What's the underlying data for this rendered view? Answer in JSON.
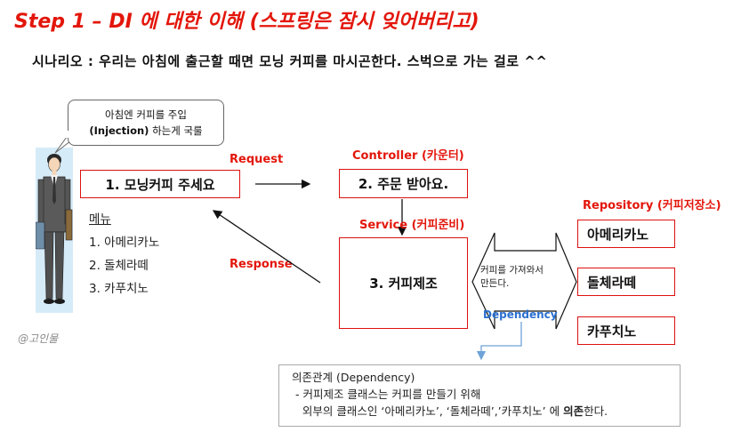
{
  "title": "Step 1 – DI 에 대한 이해 (스프링은 잠시 잊어버리고)",
  "scenario": "시나리오 : 우리는 아침에 출근할 때면 모닝 커피를 마시곤한다. 스벅으로 가는 걸로 ^^",
  "speech_bubble": {
    "line1": "아침엔 커피를 주입",
    "line2_bold": "(Injection)",
    "line2_rest": " 하는게 국룰"
  },
  "customer_box": "1. 모닝커피 주세요",
  "menu": {
    "title": "메뉴",
    "items": [
      "1. 아메리카노",
      "2. 돌체라떼",
      "3. 카푸치노"
    ]
  },
  "request_label": "Request",
  "response_label": "Response",
  "controller": {
    "label": "Controller",
    "label_ko": "(카운터)",
    "box": "2. 주문 받아요."
  },
  "service": {
    "label": "Service",
    "label_ko": "(커피준비)",
    "box": "3. 커피제조"
  },
  "repository": {
    "label": "Repository",
    "label_ko": "(커피저장소)",
    "items": [
      "아메리카노",
      "돌체라떼",
      "카푸치노"
    ]
  },
  "fetch_text": {
    "line1": "커피를 가져와서",
    "line2": "만든다."
  },
  "dependency_label": "Dependency",
  "note": {
    "title": "의존관계 (Dependency)",
    "line1": " - 커피제조 클래스는 커피를 만들기 위해",
    "line2_prefix": "   외부의 클래스인 ‘아메리카노’, ‘돌체라떼’,’카푸치노’ 에 ",
    "line2_bold": "의존",
    "line2_suffix": "한다."
  },
  "signature": "@고인물",
  "colors": {
    "accent_red": "#e3160b",
    "box_border": "#dd1111",
    "dependency_blue": "#2a6fd0",
    "person_bg": "#d6ebf8"
  }
}
